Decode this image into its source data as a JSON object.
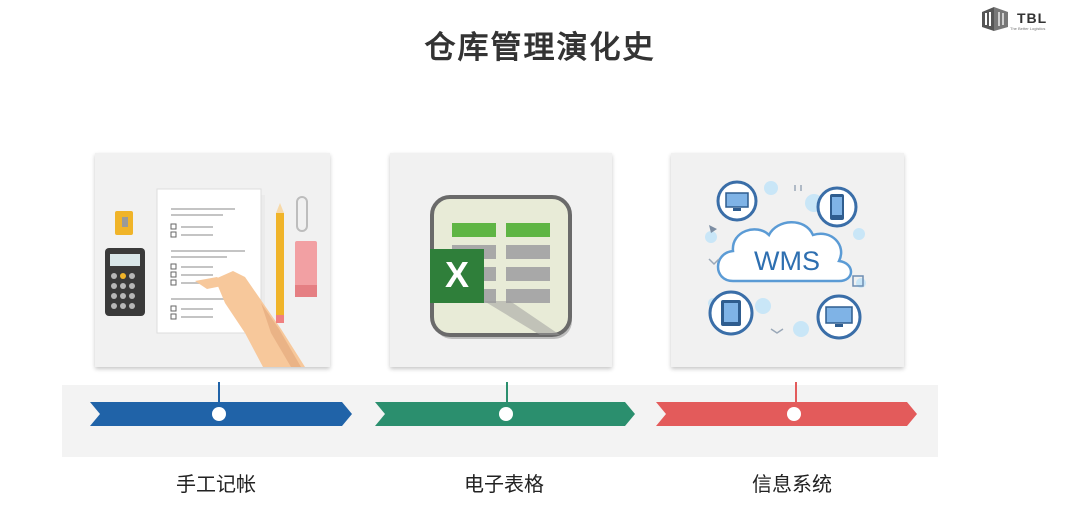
{
  "slide": {
    "title": "仓库管理演化史",
    "logo": {
      "text": "TBL",
      "tagline": "The Better Logistics"
    }
  },
  "stages": [
    {
      "label": "手工记帐",
      "icon": "paper-ledger-icon",
      "color": "#2063a8"
    },
    {
      "label": "电子表格",
      "icon": "spreadsheet-icon",
      "color": "#2b8f6e",
      "glyph": "X"
    },
    {
      "label": "信息系统",
      "icon": "wms-network-icon",
      "color": "#e35b5b",
      "badge": "WMS"
    }
  ]
}
